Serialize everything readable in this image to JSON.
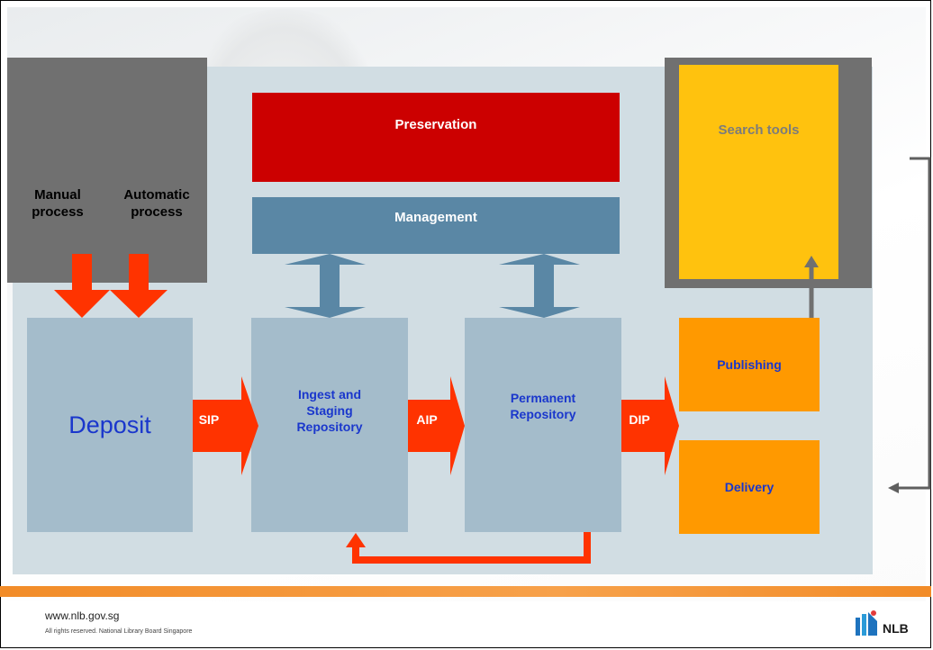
{
  "boxes": {
    "manual_process": "Manual\nprocess",
    "automatic_process": "Automatic\nprocess",
    "preservation": "Preservation",
    "management": "Management",
    "search_tools": "Search tools",
    "deposit": "Deposit",
    "ingest": "Ingest and\nStaging\nRepository",
    "permanent": "Permanent\nRepository",
    "publishing": "Publishing",
    "delivery": "Delivery"
  },
  "arrows": {
    "sip": "SIP",
    "aip": "AIP",
    "dip": "DIP"
  },
  "footer": {
    "url": "www.nlb.gov.sg",
    "rights": "All rights reserved. National Library Board Singapore",
    "logo": "NLB"
  },
  "colors": {
    "panel": "#d1dde3",
    "preservation": "#cc0000",
    "management": "#5a87a5",
    "repository": "#a4bccb",
    "search": "#ffc20e",
    "orange": "#ff9900",
    "arrow_red": "#ff3300",
    "text_blue": "#1a37cc"
  }
}
